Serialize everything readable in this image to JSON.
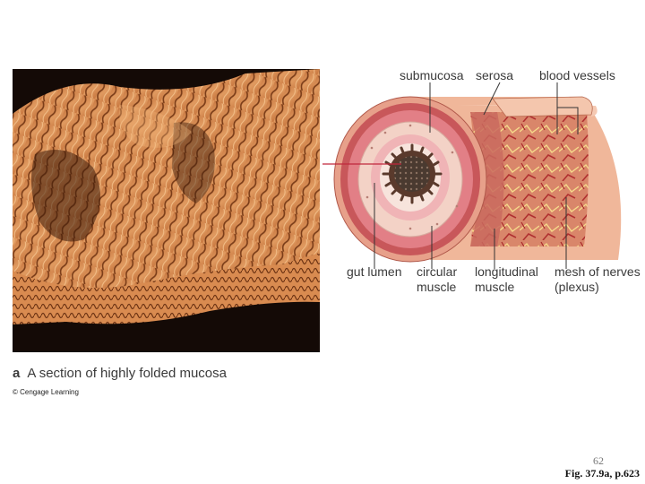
{
  "labels": {
    "submucosa": "submucosa",
    "serosa": "serosa",
    "blood_vessels": "blood vessels",
    "gut_lumen": "gut lumen",
    "circular_muscle_1": "circular",
    "circular_muscle_2": "muscle",
    "longitudinal_muscle_1": "longitudinal",
    "longitudinal_muscle_2": "muscle",
    "mesh_of_nerves_1": "mesh of nerves",
    "mesh_of_nerves_2": "(plexus)"
  },
  "caption": {
    "letter": "a",
    "text": "A section of highly folded mucosa"
  },
  "credit": "© Cengage Learning",
  "page_number": "62",
  "figure_reference": "Fig. 37.9a, p.623",
  "colors": {
    "photo_dark": "#1a0e08",
    "mucosa_orange": "#d9894e",
    "serosa_pink": "#f2c0a8",
    "muscle_red": "#c8575a",
    "leader_red": "#c0283c"
  }
}
